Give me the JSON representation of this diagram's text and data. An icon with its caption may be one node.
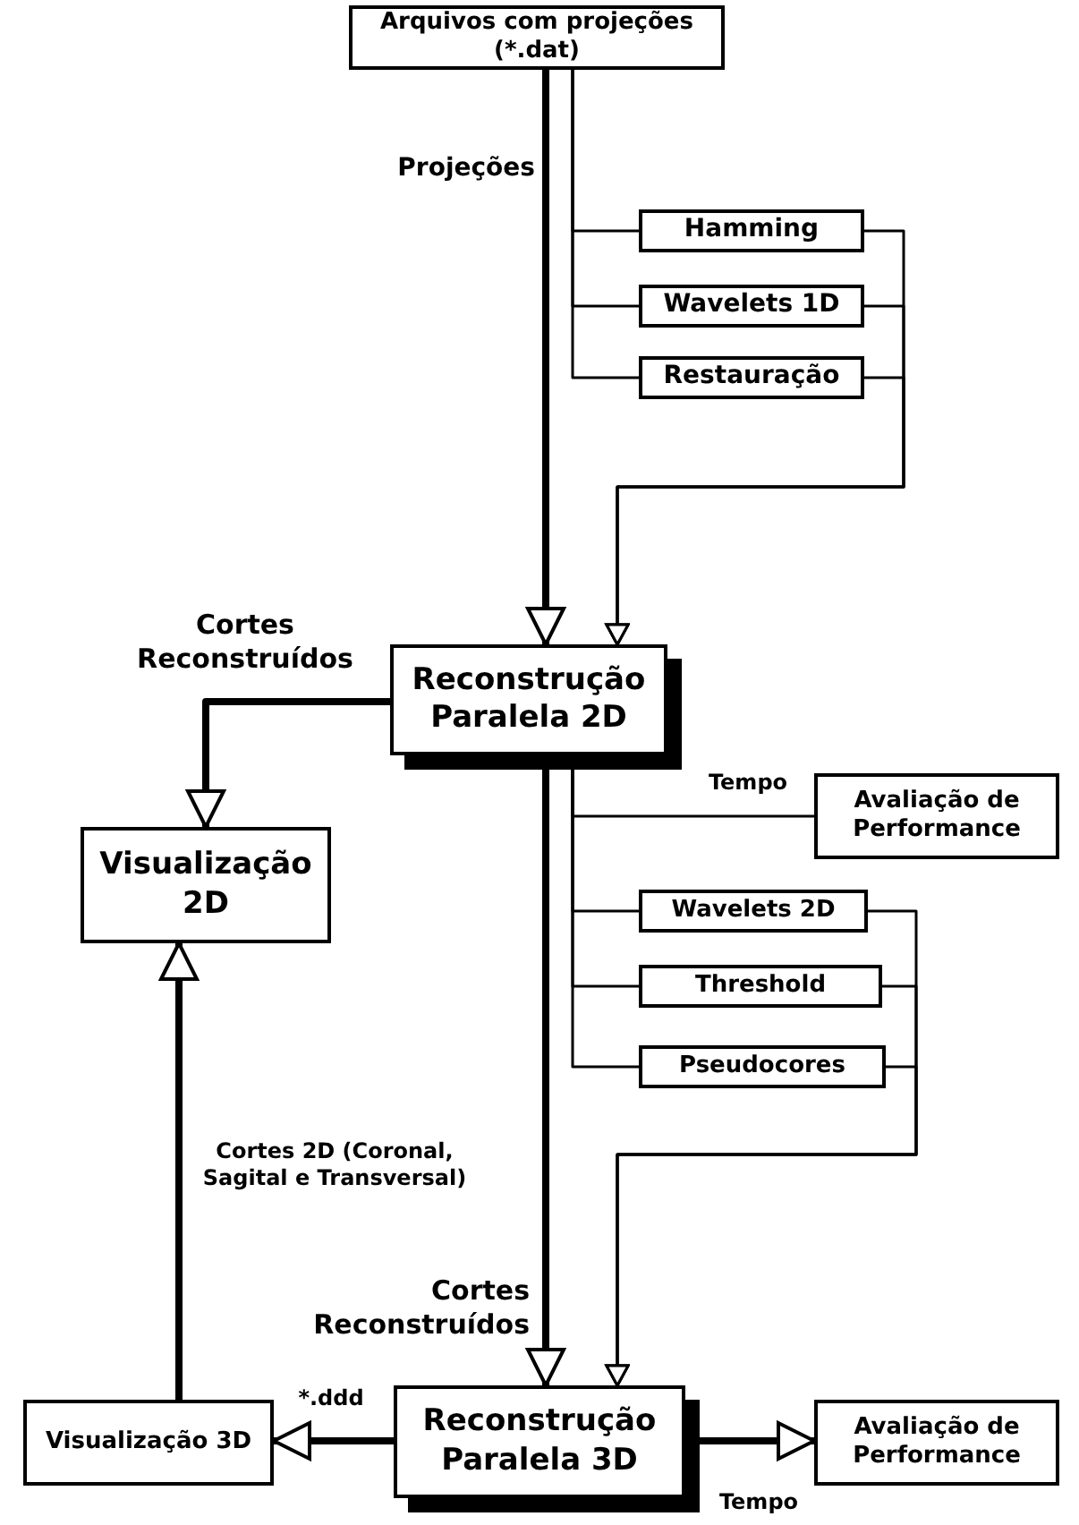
{
  "diagram": {
    "nodes": [
      {
        "text": [
          "Arquivos com projeções (*.dat)"
        ]
      },
      {
        "text": [
          "Hamming"
        ]
      },
      {
        "text": [
          "Wavelets 1D"
        ]
      },
      {
        "text": [
          "Restauração"
        ]
      },
      {
        "text": [
          "Reconstrução Paralela 2D"
        ]
      },
      {
        "text": [
          "Visualização 2D"
        ]
      },
      {
        "text": [
          "Avaliação de Performance"
        ]
      },
      {
        "text": [
          "Wavelets 2D"
        ]
      },
      {
        "text": [
          "Threshold"
        ]
      },
      {
        "text": [
          "Pseudocores"
        ]
      },
      {
        "text": [
          "Visualização 3D"
        ]
      },
      {
        "text": [
          "Reconstrução Paralela 3D"
        ]
      },
      {
        "text": [
          "Avaliação de Performance"
        ]
      }
    ],
    "edges": [
      {
        "from": 0,
        "to": 4,
        "arrow": "to",
        "style": "thick",
        "label": "Projeções"
      },
      {
        "from": 0,
        "to": 1,
        "arrow": "none"
      },
      {
        "from": 0,
        "to": 2,
        "arrow": "none"
      },
      {
        "from": 0,
        "to": 3,
        "arrow": "none"
      },
      {
        "from": 1,
        "to": 4,
        "arrow": "to"
      },
      {
        "from": 2,
        "to": 4,
        "arrow": "to"
      },
      {
        "from": 3,
        "to": 4,
        "arrow": "to"
      },
      {
        "from": 4,
        "to": 5,
        "arrow": "to",
        "style": "thick",
        "label": "Cortes Reconstruídos"
      },
      {
        "from": 4,
        "to": 6,
        "arrow": "none",
        "label": "Tempo"
      },
      {
        "from": 4,
        "to": 7,
        "arrow": "none"
      },
      {
        "from": 4,
        "to": 8,
        "arrow": "none"
      },
      {
        "from": 4,
        "to": 9,
        "arrow": "none"
      },
      {
        "from": 7,
        "to": 11,
        "arrow": "to"
      },
      {
        "from": 8,
        "to": 11,
        "arrow": "to"
      },
      {
        "from": 9,
        "to": 11,
        "arrow": "to"
      },
      {
        "from": 4,
        "to": 11,
        "arrow": "to",
        "style": "thick",
        "label": "Cortes Reconstruídos"
      },
      {
        "from": 10,
        "to": 5,
        "arrow": "to",
        "style": "thick",
        "label": "Cortes 2D (Coronal, Sagital e Transversal)"
      },
      {
        "from": 11,
        "to": 10,
        "arrow": "to",
        "style": "thick",
        "label": "*.ddd"
      },
      {
        "from": 11,
        "to": 12,
        "arrow": "to",
        "style": "thick",
        "label": "Tempo"
      }
    ]
  }
}
